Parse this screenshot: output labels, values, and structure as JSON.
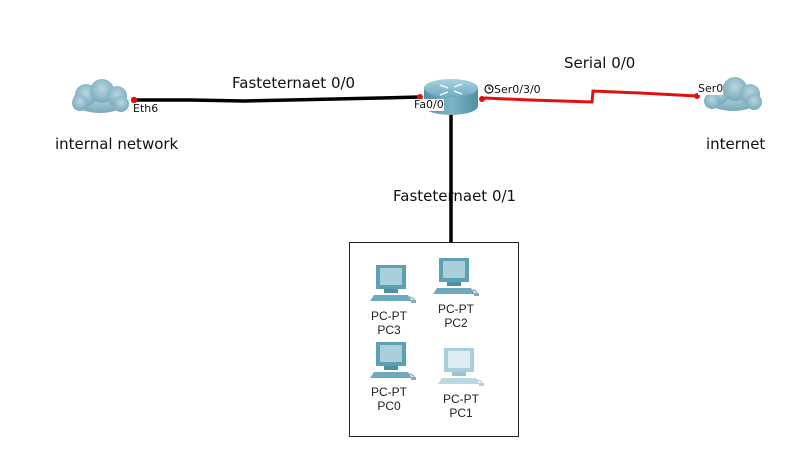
{
  "diagram": {
    "links": {
      "internal": {
        "label": "Fasteternaet 0/0",
        "end_a_port": "Eth6",
        "end_b_port": "Fa0/0"
      },
      "serial": {
        "label": "Serial 0/0",
        "end_a_port": "Ser0/3/0",
        "end_b_port": "Ser0",
        "clock_icon": "clock-icon"
      },
      "lan": {
        "label": "Fasteternaet 0/1"
      }
    },
    "nodes": {
      "internal_cloud": {
        "label": "internal network",
        "icon": "cloud-icon"
      },
      "internet_cloud": {
        "label": "internet",
        "icon": "cloud-icon"
      },
      "router": {
        "icon": "router-icon"
      }
    },
    "pcs": [
      {
        "type": "PC-PT",
        "name": "PC3"
      },
      {
        "type": "PC-PT",
        "name": "PC2"
      },
      {
        "type": "PC-PT",
        "name": "PC0"
      },
      {
        "type": "PC-PT",
        "name": "PC1"
      }
    ],
    "colors": {
      "ethernet_link": "#000000",
      "serial_link": "#e01010",
      "port_dot": "#e01010",
      "device": "#5d9fb3"
    }
  }
}
